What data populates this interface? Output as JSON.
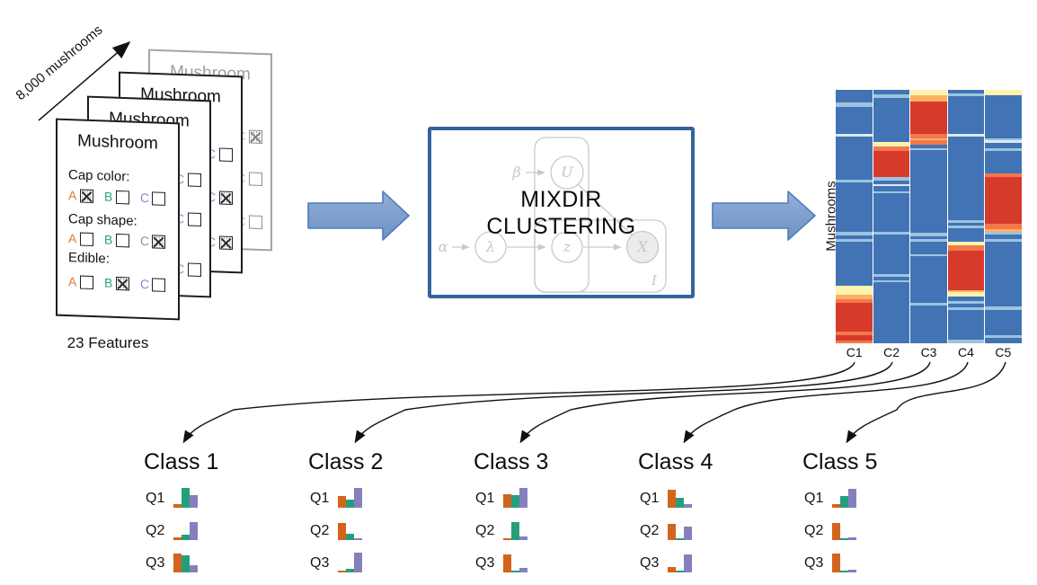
{
  "palette": {
    "bar_orange": "#D2641D",
    "bar_green": "#269E7C",
    "bar_purple": "#8480BE",
    "letter_a": "#DD7A2F",
    "letter_b": "#2FA37D",
    "letter_c": "#8D89CB",
    "flow_arrow_fill": "#7297CA",
    "flow_arrow_fill_light": "#93AFD8",
    "flow_arrow_stroke": "#4F7DBA",
    "box_border": "#33639C",
    "model_gray": "#C9C9C9",
    "arrow_black": "#111111"
  },
  "stack": {
    "count_label": "8,000 mushrooms",
    "features_label": "23 Features",
    "back_cards": [
      {
        "title": "Mushroom",
        "ghost": true,
        "side_option_label": "C",
        "side_checks": [
          true,
          false,
          false
        ]
      },
      {
        "title": "Mushroom",
        "ghost": false,
        "side_option_label": "C",
        "side_checks": [
          false,
          true,
          true
        ]
      },
      {
        "title": "Mushroom",
        "ghost": false,
        "side_option_label": "C",
        "side_checks": [
          false,
          false,
          false
        ]
      }
    ],
    "front_card": {
      "title": "Mushroom",
      "groups": [
        {
          "label": "Cap color:",
          "options": [
            {
              "name": "A",
              "checked": true
            },
            {
              "name": "B",
              "checked": false
            },
            {
              "name": "C",
              "checked": false
            }
          ]
        },
        {
          "label": "Cap shape:",
          "options": [
            {
              "name": "A",
              "checked": false
            },
            {
              "name": "B",
              "checked": false
            },
            {
              "name": "C",
              "checked": true
            }
          ]
        },
        {
          "label": "Edible:",
          "options": [
            {
              "name": "A",
              "checked": false
            },
            {
              "name": "B",
              "checked": true
            },
            {
              "name": "C",
              "checked": false
            }
          ]
        }
      ]
    }
  },
  "model_box": {
    "title": [
      "MIXDIR",
      "CLUSTERING"
    ],
    "nodes": {
      "beta": "β",
      "alpha": "α",
      "lambda": "λ",
      "z": "z",
      "U": "U",
      "X": "X"
    },
    "plate_label": "I"
  },
  "heatmap": {
    "ylabel": "Mushrooms",
    "colors": {
      "blue": "#4273B4",
      "lightblue": "#9CC4DE",
      "pale": "#D9EBF2",
      "cream": "#FDF3AF",
      "ltorange": "#FBB163",
      "orange": "#F4784B",
      "red": "#D63A2B"
    },
    "columns": [
      {
        "label": "C1",
        "segments": [
          [
            0.05,
            "blue"
          ],
          [
            0.016,
            "lightblue"
          ],
          [
            0.108,
            "blue"
          ],
          [
            0.012,
            "pale"
          ],
          [
            0.169,
            "blue"
          ],
          [
            0.01,
            "lightblue"
          ],
          [
            0.195,
            "blue"
          ],
          [
            0.014,
            "lightblue"
          ],
          [
            0.014,
            "blue"
          ],
          [
            0.012,
            "lightblue"
          ],
          [
            0.175,
            "blue"
          ],
          [
            0.035,
            "cream"
          ],
          [
            0.015,
            "ltorange"
          ],
          [
            0.015,
            "orange"
          ],
          [
            0.115,
            "red"
          ],
          [
            0.012,
            "orange"
          ],
          [
            0.023,
            "red"
          ],
          [
            0.01,
            "orange"
          ]
        ]
      },
      {
        "label": "C2",
        "segments": [
          [
            0.018,
            "blue"
          ],
          [
            0.014,
            "lightblue"
          ],
          [
            0.173,
            "blue"
          ],
          [
            0.017,
            "cream"
          ],
          [
            0.018,
            "orange"
          ],
          [
            0.105,
            "red"
          ],
          [
            0.015,
            "lightblue"
          ],
          [
            0.013,
            "blue"
          ],
          [
            0.008,
            "pale"
          ],
          [
            0.02,
            "blue"
          ],
          [
            0.008,
            "lightblue"
          ],
          [
            0.152,
            "blue"
          ],
          [
            0.012,
            "lightblue"
          ],
          [
            0.156,
            "blue"
          ],
          [
            0.01,
            "lightblue"
          ],
          [
            0.014,
            "blue"
          ],
          [
            0.008,
            "lightblue"
          ],
          [
            0.239,
            "blue"
          ]
        ]
      },
      {
        "label": "C3",
        "segments": [
          [
            0.022,
            "cream"
          ],
          [
            0.023,
            "ltorange"
          ],
          [
            0.13,
            "red"
          ],
          [
            0.015,
            "orange"
          ],
          [
            0.01,
            "ltorange"
          ],
          [
            0.015,
            "orange"
          ],
          [
            0.015,
            "blue"
          ],
          [
            0.008,
            "lightblue"
          ],
          [
            0.327,
            "blue"
          ],
          [
            0.013,
            "lightblue"
          ],
          [
            0.012,
            "blue"
          ],
          [
            0.01,
            "lightblue"
          ],
          [
            0.048,
            "blue"
          ],
          [
            0.01,
            "lightblue"
          ],
          [
            0.182,
            "blue"
          ],
          [
            0.01,
            "lightblue"
          ],
          [
            0.15,
            "blue"
          ]
        ]
      },
      {
        "label": "C4",
        "segments": [
          [
            0.015,
            "blue"
          ],
          [
            0.01,
            "lightblue"
          ],
          [
            0.15,
            "blue"
          ],
          [
            0.01,
            "pale"
          ],
          [
            0.33,
            "blue"
          ],
          [
            0.01,
            "lightblue"
          ],
          [
            0.01,
            "blue"
          ],
          [
            0.01,
            "lightblue"
          ],
          [
            0.055,
            "blue"
          ],
          [
            0.015,
            "cream"
          ],
          [
            0.02,
            "orange"
          ],
          [
            0.155,
            "red"
          ],
          [
            0.01,
            "ltorange"
          ],
          [
            0.015,
            "cream"
          ],
          [
            0.02,
            "blue"
          ],
          [
            0.01,
            "lightblue"
          ],
          [
            0.015,
            "blue"
          ],
          [
            0.01,
            "lightblue"
          ],
          [
            0.115,
            "blue"
          ],
          [
            0.015,
            "lightblue"
          ]
        ]
      },
      {
        "label": "C5",
        "segments": [
          [
            0.02,
            "cream"
          ],
          [
            0.17,
            "blue"
          ],
          [
            0.01,
            "lightblue"
          ],
          [
            0.01,
            "pale"
          ],
          [
            0.022,
            "blue"
          ],
          [
            0.008,
            "lightblue"
          ],
          [
            0.09,
            "blue"
          ],
          [
            0.015,
            "orange"
          ],
          [
            0.185,
            "red"
          ],
          [
            0.02,
            "orange"
          ],
          [
            0.01,
            "ltorange"
          ],
          [
            0.012,
            "lightblue"
          ],
          [
            0.018,
            "blue"
          ],
          [
            0.01,
            "lightblue"
          ],
          [
            0.255,
            "blue"
          ],
          [
            0.013,
            "lightblue"
          ],
          [
            0.102,
            "blue"
          ],
          [
            0.008,
            "lightblue"
          ],
          [
            0.022,
            "blue"
          ]
        ]
      }
    ]
  },
  "classes": [
    {
      "title": "Class 1",
      "rows": [
        {
          "label": "Q1",
          "values": [
            4,
            22,
            14
          ]
        },
        {
          "label": "Q2",
          "values": [
            3,
            6,
            20
          ]
        },
        {
          "label": "Q3",
          "values": [
            21,
            19,
            8
          ]
        }
      ]
    },
    {
      "title": "Class 2",
      "rows": [
        {
          "label": "Q1",
          "values": [
            13,
            9,
            22
          ]
        },
        {
          "label": "Q2",
          "values": [
            19,
            7,
            2
          ]
        },
        {
          "label": "Q3",
          "values": [
            2,
            4,
            22
          ]
        }
      ]
    },
    {
      "title": "Class 3",
      "rows": [
        {
          "label": "Q1",
          "values": [
            15,
            14,
            22
          ]
        },
        {
          "label": "Q2",
          "values": [
            2,
            20,
            4
          ]
        },
        {
          "label": "Q3",
          "values": [
            20,
            2,
            5
          ]
        }
      ]
    },
    {
      "title": "Class 4",
      "rows": [
        {
          "label": "Q1",
          "values": [
            20,
            11,
            4
          ]
        },
        {
          "label": "Q2",
          "values": [
            18,
            2,
            15
          ]
        },
        {
          "label": "Q3",
          "values": [
            6,
            2,
            20
          ]
        }
      ]
    },
    {
      "title": "Class 5",
      "rows": [
        {
          "label": "Q1",
          "values": [
            4,
            13,
            21
          ]
        },
        {
          "label": "Q2",
          "values": [
            19,
            2,
            3
          ]
        },
        {
          "label": "Q3",
          "values": [
            21,
            2,
            3
          ]
        }
      ]
    }
  ],
  "arrows": [
    {
      "from": "C1",
      "to": "Class 1"
    },
    {
      "from": "C2",
      "to": "Class 2"
    },
    {
      "from": "C3",
      "to": "Class 3"
    },
    {
      "from": "C4",
      "to": "Class 4"
    },
    {
      "from": "C5",
      "to": "Class 5"
    }
  ]
}
